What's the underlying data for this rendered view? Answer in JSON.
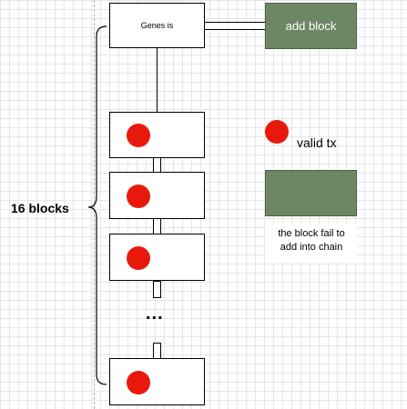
{
  "genesis_label": "Genes is",
  "add_block_label": "add block",
  "side_label": "16 blocks",
  "ellipsis": "...",
  "legend": {
    "valid_tx_label": "valid tx",
    "fail_label_line1": "the block fail to",
    "fail_label_line2": "add into chain"
  },
  "colors": {
    "valid_tx": "#e8190c",
    "fail_block": "#6d8764",
    "add_block": "#6d8764"
  }
}
